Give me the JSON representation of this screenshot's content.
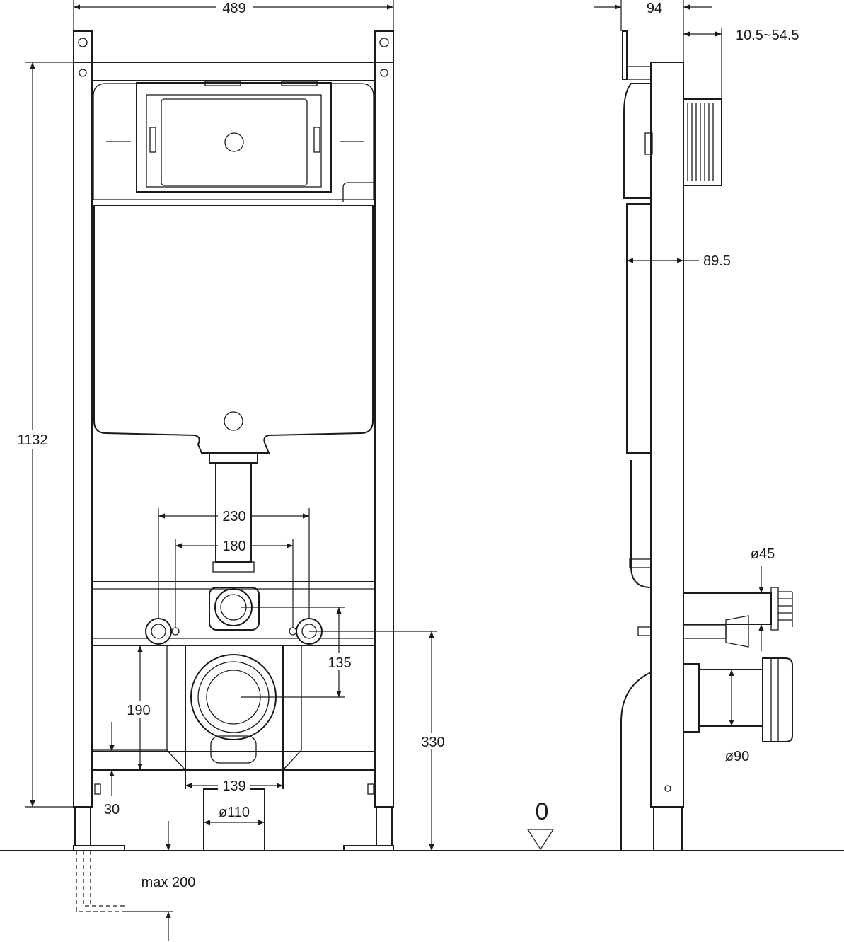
{
  "dimensions": {
    "width_total": "489",
    "height_total": "1132",
    "depth_frame": "94",
    "depth_adjust": "10.5~54.5",
    "depth_cistern": "89.5",
    "bolt_spacing_outer": "230",
    "bolt_spacing_inner": "180",
    "inlet_offset": "135",
    "bolt_height": "190",
    "foot_height": "30",
    "outlet_width": "139",
    "outlet_diameter": "ø110",
    "bolt_level": "330",
    "floor_extension": "max 200",
    "supply_diameter": "ø45",
    "drain_diameter": "ø90",
    "floor_level": "0"
  }
}
